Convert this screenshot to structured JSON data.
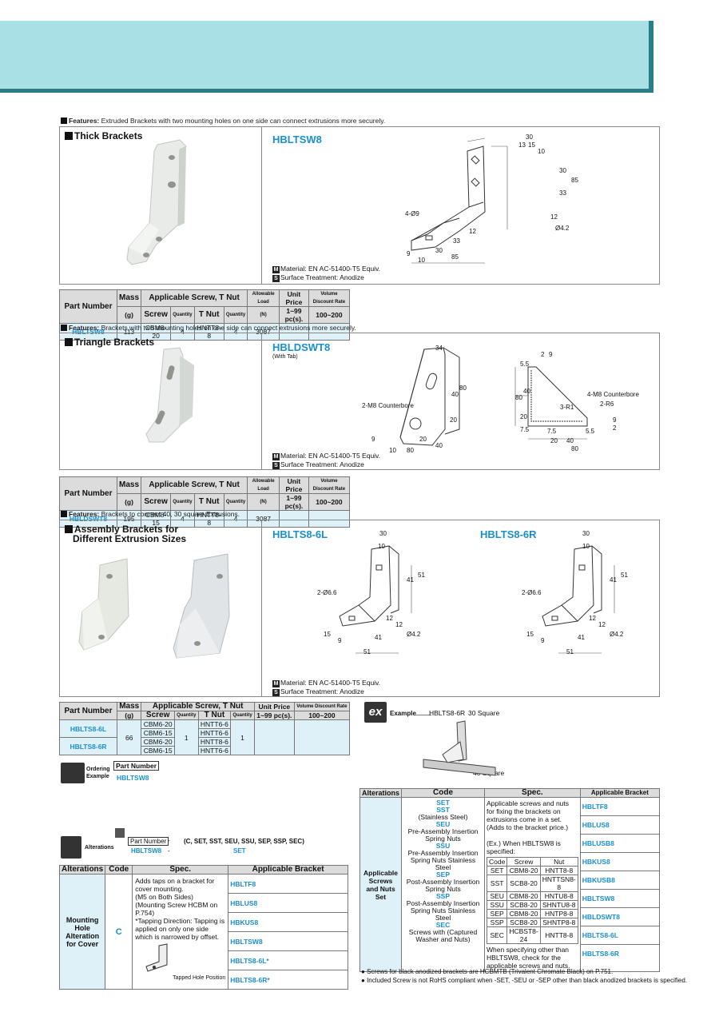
{
  "thick": {
    "features_label": "Features:",
    "features_text": " Extruded Brackets with two mounting holes on one side can connect extrusions more securely.",
    "title": "Thick Brackets",
    "part": "HBLTSW8",
    "material": "Material: EN AC-51400-T5 Equiv.",
    "surface": "Surface Treatment: Anodize",
    "dims": [
      "30",
      "13",
      "15",
      "10",
      "85",
      "30",
      "33",
      "12",
      "Ø4.2",
      "4-Ø9",
      "9",
      "10",
      "30",
      "33",
      "85",
      "12"
    ],
    "row": {
      "pn": "HBLTSW8",
      "mass": "113",
      "screw": "CBM8-20",
      "sq": "4",
      "nut": "HNTT8-8",
      "nq": "4",
      "load": "3087"
    }
  },
  "tbl": {
    "part_number": "Part Number",
    "mass": "Mass",
    "g": "(g)",
    "app": "Applicable Screw, T Nut",
    "screw": "Screw",
    "qty": "Quantity",
    "tnut": "T Nut",
    "load": "Allowable Load",
    "n": "(N)",
    "price": "Unit Price",
    "p99": "1~99 pc(s).",
    "vd": "Volume Discount Rate",
    "p100": "100~200"
  },
  "triangle": {
    "features_label": "Features:",
    "features_text": " Brackets with two mounting holes on one side can connect extrusions more securely.",
    "title": "Triangle Brackets",
    "part": "HBLDSWT8",
    "with_tab": "(With Tab)",
    "material": "Material: EN AC-51400-T5 Equiv.",
    "surface": "Surface Treatment: Anodize",
    "dims": [
      "34",
      "2-M8 Counterbore",
      "40",
      "20",
      "80",
      "9",
      "40",
      "20",
      "80",
      "2",
      "9",
      "5.5",
      "80",
      "40",
      "20",
      "7.5",
      "4-M8 Counterbore",
      "2-R6",
      "3-R1",
      "9",
      "2",
      "7.5",
      "20",
      "40",
      "5.5",
      "80",
      "10"
    ],
    "row": {
      "pn": "HBLDSWT8",
      "mass": "195",
      "screw": "CBM8-15",
      "sq": "4",
      "nut": "HNTT8-8",
      "nq": "4",
      "load": "3087"
    }
  },
  "assembly": {
    "features_label": "Features:",
    "features_text": " Brackets to connect 40, 30 square Extrusions.",
    "title1": "Assembly Brackets for",
    "title2": "Different Extrusion Sizes",
    "part_l": "HBLTS8-6L",
    "part_r": "HBLTS8-6R",
    "material": "Material: EN AC-51400-T5 Equiv.",
    "surface": "Surface Treatment: Anodize",
    "dims": [
      "30",
      "10",
      "2-Ø6.6",
      "41",
      "51",
      "12",
      "12",
      "Ø4.2",
      "15",
      "9",
      "41",
      "51"
    ],
    "rows": [
      {
        "pn": "HBLTS8-6L",
        "screws": [
          "CBM6-20",
          "CBM6-15"
        ],
        "nuts": [
          "HNTT6-6",
          "HNTT6-6"
        ]
      },
      {
        "pn": "HBLTS8-6R",
        "screws": [
          "CBM6-20",
          "CBM6-15"
        ],
        "nuts": [
          "HNTT8-6",
          "HNTT6-6"
        ]
      }
    ],
    "mass": "66",
    "sq": "1",
    "nq": "1",
    "price99": "1~99 pc(s).",
    "p100": "100~200"
  },
  "example": {
    "badge": "ex",
    "label": "Example",
    "part": "HBLTS8-6R",
    "sq30": "30 Square",
    "sq40": "40 Square"
  },
  "ordering": {
    "label1": "Ordering",
    "label2": "Example",
    "pn_label": "Part Number",
    "pn": "HBLTSW8"
  },
  "alterations": {
    "label": "Alterations",
    "pn_label": "Part Number",
    "dash": "-",
    "codes": "(C, SET, SST, SEU, SSU, SEP, SSP, SEC)",
    "pn": "HBLTSW8",
    "dash2": "-",
    "code": "SET"
  },
  "alt_table": {
    "h": [
      "Alterations",
      "Code",
      "Spec.",
      "Applicable Bracket"
    ],
    "alt": "Mounting Hole Alteration for Cover",
    "code": "C",
    "spec": [
      "Adds taps on a bracket for cover mounting.",
      "(M5 on Both Sides)",
      "(Mounting Screw HCBM on P.754)",
      "*Tapping Direction: Tapping is applied on only one side which is narrowed by offset."
    ],
    "tapped": "Tapped Hole Position",
    "brackets": [
      "HBLTF8",
      "HBLUS8",
      "HBKUS8",
      "HBLTSW8",
      "HBLTS8-6L*",
      "HBLTS8-6R*"
    ]
  },
  "screw_table": {
    "h": [
      "Alterations",
      "Code",
      "Spec.",
      "Applicable Bracket"
    ],
    "alt": "Applicable Screws and Nuts Set",
    "codes": [
      [
        "SET",
        ""
      ],
      [
        "SST",
        "(Stainless Steel)"
      ],
      [
        "SEU",
        "Pre-Assembly Insertion Spring Nuts"
      ],
      [
        "SSU",
        "Pre-Assembly Insertion Spring Nuts Stainless Steel"
      ],
      [
        "SEP",
        "Post-Assembly Insertion Spring Nuts"
      ],
      [
        "SSP",
        "Post-Assembly Insertion Spring Nuts Stainless Steel"
      ],
      [
        "SEC",
        "Screws with (Captured Washer and Nuts)"
      ]
    ],
    "spec_top": "Applicable screws and nuts for fixing the brackets on extrusions come in a set. (Adds to the bracket price.)",
    "spec_ex": "(Ex.) When HBLTSW8 is specified:",
    "inner_h": [
      "Code",
      "Screw",
      "Nut"
    ],
    "inner": [
      [
        "SET",
        "CBM8-20",
        "HNTT8-8"
      ],
      [
        "SST",
        "SCB8-20",
        "HNTTSN8-8"
      ],
      [
        "SEU",
        "CBM8-20",
        "HNTU8-8"
      ],
      [
        "SSU",
        "SCB8-20",
        "SHNTU8-8"
      ],
      [
        "SEP",
        "CBM8-20",
        "HNTP8-8"
      ],
      [
        "SSP",
        "SCB8-20",
        "SHNTP8-8"
      ],
      [
        "SEC",
        "HCBST8-24",
        "HNTT8-8"
      ]
    ],
    "spec_note": "When specifying other than HBLTSW8, check for the applicable screws and nuts.",
    "brackets": [
      "HBLTF8",
      "HBLUS8",
      "HBLUSB8",
      "HBKUS8",
      "HBKUSB8",
      "HBLTSW8",
      "HBLDSWT8",
      "HBLTS8-6L",
      "HBLTS8-6R"
    ],
    "note1": "Screws for black anodized brackets are HCBMTB (Trivalent Chromate Black) on P.751.",
    "note2": "Included Screw is not RoHS compliant when -SET, -SEU or -SEP other than black anodized brackets is specified."
  },
  "colors": {
    "banner": "#a9e0e6",
    "banner_edge": "#2d7d88",
    "accent": "#1a8fd0",
    "header_gray": "#dcdcdc",
    "light_blue": "#dff1f8"
  }
}
